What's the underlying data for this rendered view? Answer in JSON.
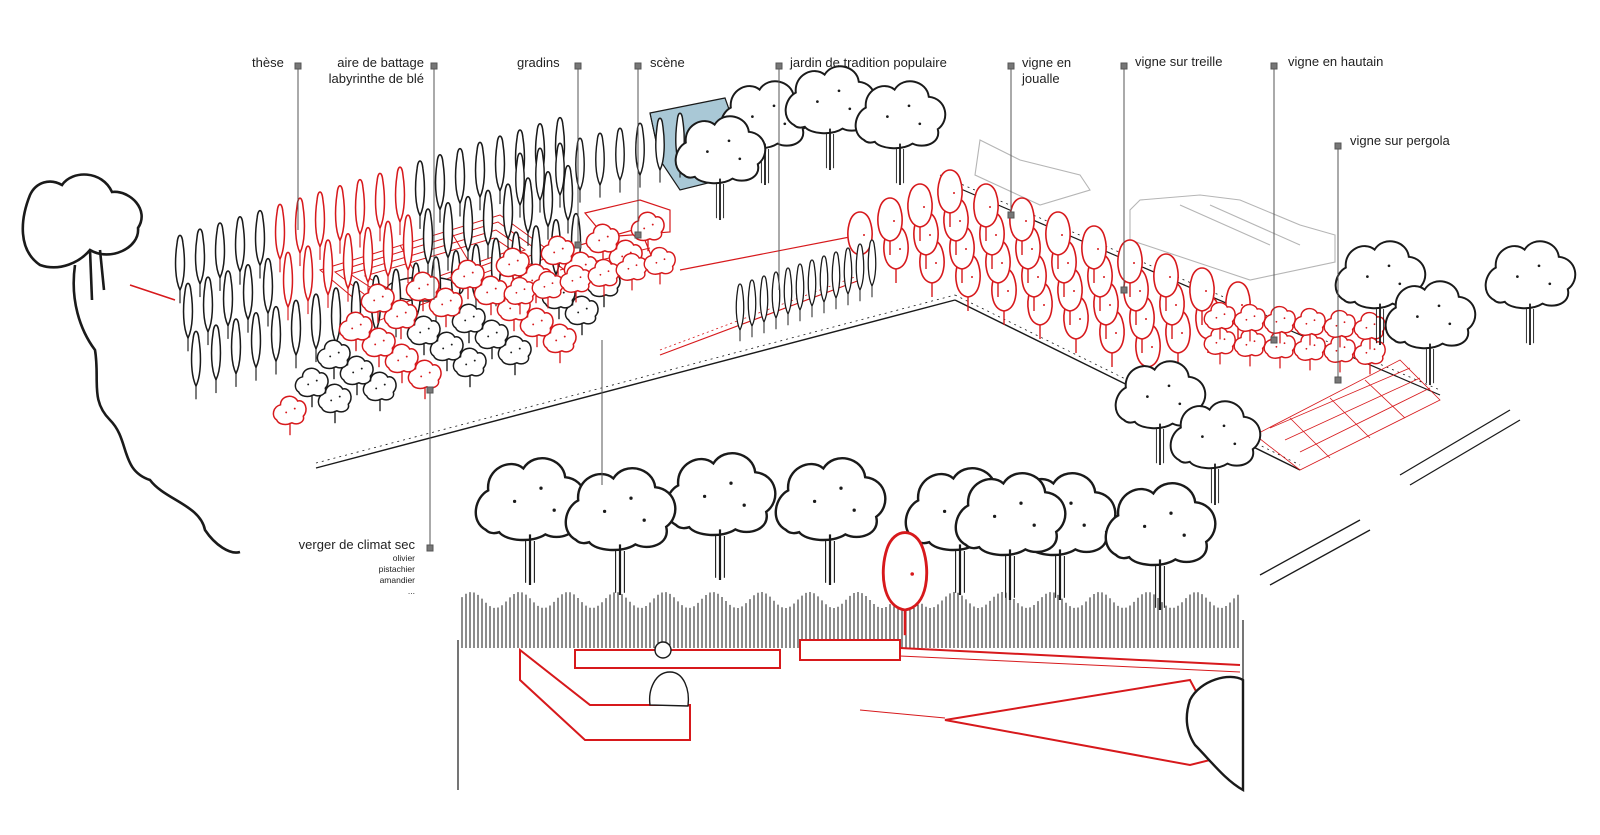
{
  "labels": {
    "these": "thèse",
    "aire_battage": "aire de battage",
    "labyrinthe": "labyrinthe de blé",
    "gradins": "gradins",
    "scene": "scène",
    "jardin": "jardin de tradition populaire",
    "vigne_joualle_1": "vigne en",
    "vigne_joualle_2": "joualle",
    "vigne_treille": "vigne sur treille",
    "vigne_hautain": "vigne en hautain",
    "vigne_pergola": "vigne sur pergola",
    "verger": "verger de climat sec",
    "verger_items": [
      "olivier",
      "pistachier",
      "amandier",
      "..."
    ]
  },
  "colors": {
    "ink": "#1a1a1a",
    "accent_red": "#d7191c",
    "stage_blue": "#a9c8d6",
    "leader_grey": "#555555",
    "faint_grey": "#b5b5b5"
  }
}
